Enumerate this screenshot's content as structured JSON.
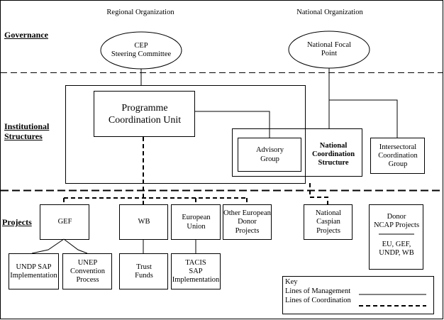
{
  "headers": {
    "regional": "Regional Organization",
    "national": "National Organization"
  },
  "sections": {
    "governance": "Governance",
    "institutional": "Institutional\nStructures",
    "projects": "Projects"
  },
  "nodes": {
    "cep": "CEP\nSteering Committee",
    "nfp": "National Focal\nPoint",
    "pcu": "Programme\nCoordination Unit",
    "advisory": "Advisory\nGroup",
    "ncs": "National\nCoordination\nStructure",
    "icg": "Intersectoral\nCoordination\nGroup",
    "gef": "GEF",
    "wb": "WB",
    "eu": "European\nUnion",
    "oedp": "Other European\nDonor\nProjects",
    "ncp": "National\nCaspian\nProjects",
    "donor": "Donor\nNCAP Projects",
    "donor_list": "EU, GEF,\nUNDP, WB",
    "undp": "UNDP SAP\nImplementation",
    "unep": "UNEP\nConvention\nProcess",
    "trust": "Trust\nFunds",
    "tacis": "TACIS\nSAP\nImplementation"
  },
  "key": {
    "title": "Key",
    "management": "Lines of Management",
    "coordination": "Lines of Coordination"
  }
}
